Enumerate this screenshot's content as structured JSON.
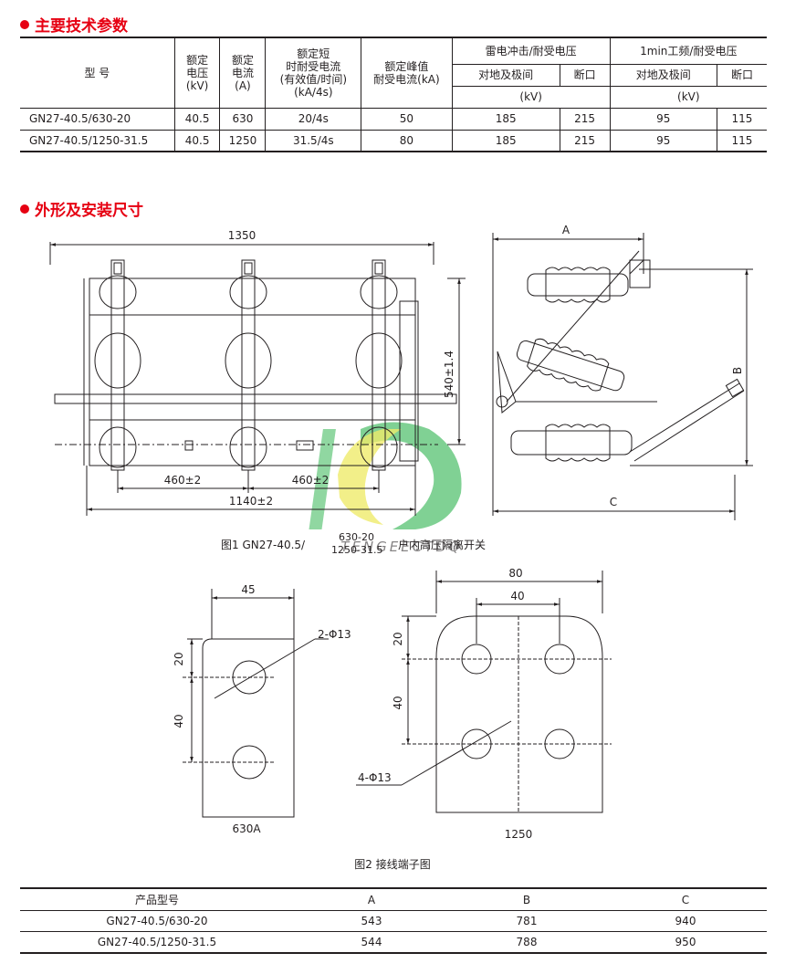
{
  "sections": {
    "params_title": "主要技术参数",
    "dims_title": "外形及安装尺寸"
  },
  "params_table": {
    "h_model": "型  号",
    "h_voltage": [
      "额定",
      "电压",
      "(kV)"
    ],
    "h_current": [
      "额定",
      "电流",
      "(A)"
    ],
    "h_short": [
      "额定短",
      "时耐受电流",
      "(有效值/时间)",
      "(kA/4s)"
    ],
    "h_peak": [
      "额定峰值",
      "耐受电流(kA)"
    ],
    "h_lightning": "雷电冲击/耐受电压",
    "h_freq": "1min工频/耐受电压",
    "h_ground": "对地及极间",
    "h_break": "断口",
    "h_kv": "(kV)",
    "rows": [
      {
        "model": "GN27-40.5/630-20",
        "voltage": "40.5",
        "current": "630",
        "short": "20/4s",
        "peak": "50",
        "l_ground": "185",
        "l_break": "215",
        "f_ground": "95",
        "f_break": "115"
      },
      {
        "model": "GN27-40.5/1250-31.5",
        "voltage": "40.5",
        "current": "1250",
        "short": "31.5/4s",
        "peak": "80",
        "l_ground": "185",
        "l_break": "215",
        "f_ground": "95",
        "f_break": "115"
      }
    ]
  },
  "figure1": {
    "dim_width": "1350",
    "dim_height": "540±1.4",
    "dim_pitch1": "460±2",
    "dim_pitch2": "460±2",
    "dim_total": "1140±2",
    "side_a": "A",
    "side_b": "B",
    "side_c": "C",
    "caption_prefix": "图1 GN27-40.5/",
    "caption_top": "630-20",
    "caption_bottom": "1250-31.5",
    "caption_suffix": "户内高压隔离开关",
    "watermark": "TENGEECTDQ"
  },
  "figure2": {
    "t630_width": "45",
    "t630_holes": "2-Φ13",
    "t630_dim20": "20",
    "t630_dim40": "40",
    "t630_label": "630A",
    "t1250_width": "80",
    "t1250_pitch": "40",
    "t1250_dim20": "20",
    "t1250_dim40": "40",
    "t1250_holes": "4-Φ13",
    "t1250_label": "1250",
    "caption": "图2 接线端子图"
  },
  "dims_table": {
    "headers": [
      "产品型号",
      "A",
      "B",
      "C"
    ],
    "rows": [
      [
        "GN27-40.5/630-20",
        "543",
        "781",
        "940"
      ],
      [
        "GN27-40.5/1250-31.5",
        "544",
        "788",
        "950"
      ]
    ]
  },
  "colors": {
    "accent": "#e60012",
    "line": "#231f20",
    "logo_green": "#2bb24c",
    "logo_yellow": "#e9e33a"
  }
}
